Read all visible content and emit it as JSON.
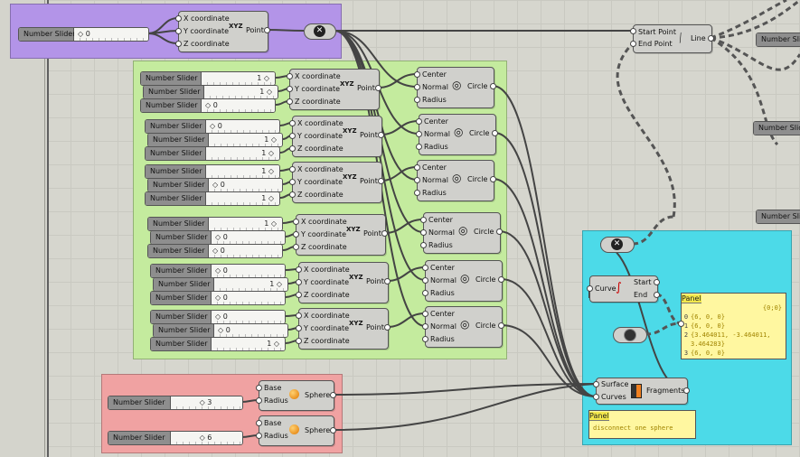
{
  "colors": {
    "purple": "#b394e8",
    "green": "#c4eb9e",
    "red": "#f0a2a2",
    "cyan": "#4cdae8",
    "wire": "#444444"
  },
  "slider_label": "Number Slider",
  "top_slider": {
    "value": "0"
  },
  "slider_groups": [
    {
      "values": [
        "1",
        "1",
        "0"
      ]
    },
    {
      "values": [
        "0",
        "1",
        "1"
      ]
    },
    {
      "values": [
        "1",
        "0",
        "1"
      ]
    },
    {
      "values": [
        "1",
        "0",
        "0"
      ]
    },
    {
      "values": [
        "0",
        "1",
        "0"
      ]
    },
    {
      "values": [
        "0",
        "0",
        "1"
      ]
    }
  ],
  "point": {
    "inputs": [
      "X coordinate",
      "Y coordinate",
      "Z coordinate"
    ],
    "name": "Point",
    "icon": "xyz-point-icon"
  },
  "circle": {
    "inputs": [
      "Center",
      "Normal",
      "Radius"
    ],
    "name": "Circle",
    "icon": "circle-icon"
  },
  "line": {
    "inputs": [
      "Start Point",
      "End Point"
    ],
    "name": "Line"
  },
  "sphere": {
    "inputs": [
      "Base",
      "Radius"
    ],
    "name": "Sphere"
  },
  "sphere_sliders": [
    "3",
    "6"
  ],
  "curve_ends": {
    "input": "Curve",
    "outputs": [
      "Start",
      "End"
    ]
  },
  "fragments": {
    "inputs": [
      "Surface",
      "Curves"
    ],
    "name": "Fragments"
  },
  "panel1": {
    "title": "Panel",
    "header": "{0;0}",
    "rows": [
      {
        "i": "0",
        "t": "{6, 0, 0}"
      },
      {
        "i": "1",
        "t": "{6, 0, 0}"
      },
      {
        "i": "2",
        "t": "{3.464011, -3.464011, 3.464283}"
      },
      {
        "i": "3",
        "t": "{6, 0, 0}"
      }
    ]
  },
  "panel2": {
    "title": "Panel",
    "text": "disconnect one sphere"
  },
  "right_sliders": [
    "Number Slider",
    "Number Slider",
    "Number Slider"
  ]
}
